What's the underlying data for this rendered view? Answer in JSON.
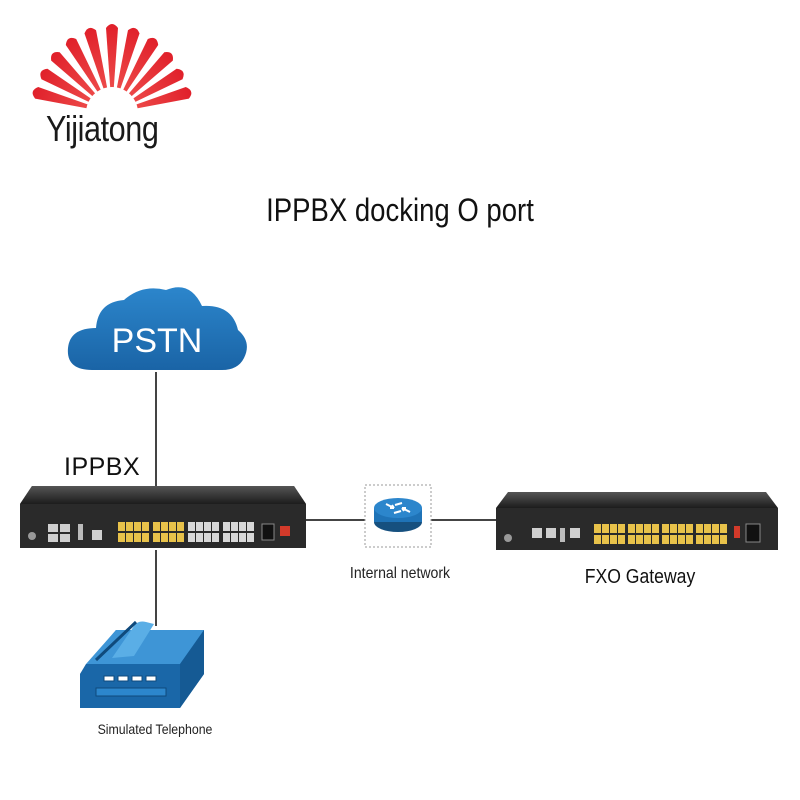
{
  "brand": {
    "name": "Yijiatong",
    "logo_icon": "sunburst-fan-icon",
    "logo_color": "#e0202a"
  },
  "title": "IPPBX docking O port",
  "nodes": {
    "pstn": {
      "label": "PSTN",
      "icon": "cloud-icon",
      "color": "#1f73b7"
    },
    "ippbx": {
      "label": "IPPBX",
      "icon": "rack-device-icon"
    },
    "router": {
      "label": "Internal network",
      "icon": "router-icon",
      "color": "#1f73b7"
    },
    "fxo": {
      "label": "FXO Gateway",
      "icon": "rack-device-icon"
    },
    "phone": {
      "label": "Simulated Telephone",
      "icon": "telephone-icon",
      "color": "#1f73b7"
    }
  },
  "colors": {
    "line": "#444444",
    "port_yellow": "#e8c24a",
    "device_body": "#2b2b2b"
  }
}
